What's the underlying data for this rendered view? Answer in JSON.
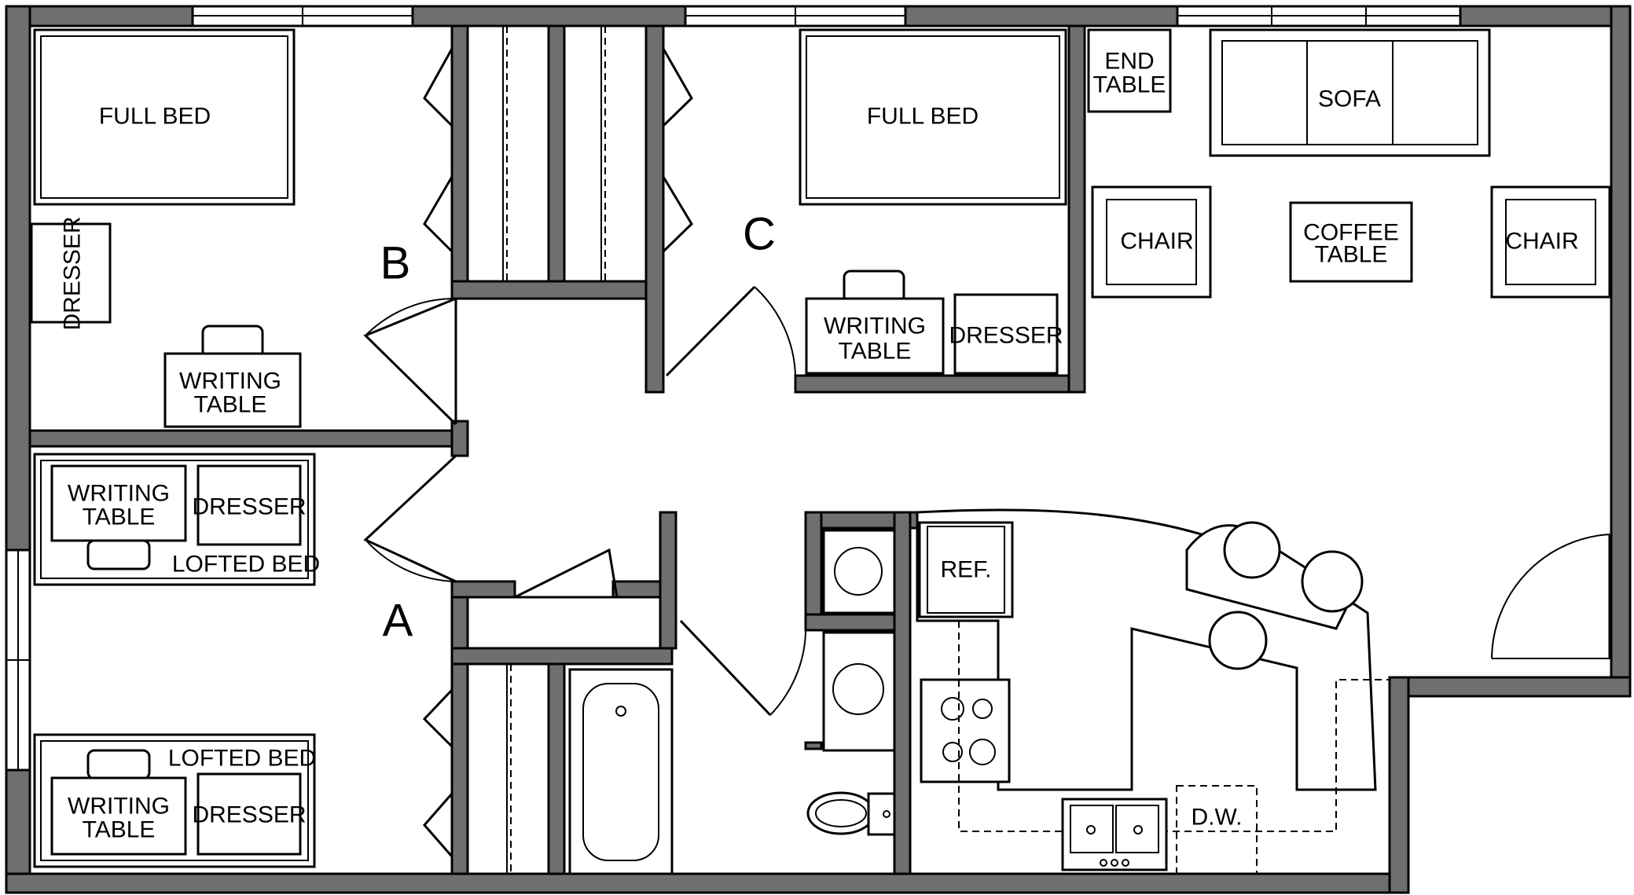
{
  "rooms": {
    "a": "A",
    "b": "B",
    "c": "C"
  },
  "labels": {
    "full_bed_b": "FULL BED",
    "full_bed_c": "FULL BED",
    "dresser_b": "DRESSER",
    "writing_table_b": [
      "WRITING",
      "TABLE"
    ],
    "writing_table_c": [
      "WRITING",
      "TABLE"
    ],
    "dresser_c": "DRESSER",
    "end_table": [
      "END",
      "TABLE"
    ],
    "sofa": "SOFA",
    "chair_left": "CHAIR",
    "chair_right": "CHAIR",
    "coffee_table": [
      "COFFEE",
      "TABLE"
    ],
    "writing_table_a1": [
      "WRITING",
      "TABLE"
    ],
    "dresser_a1": "DRESSER",
    "lofted_bed_a1": "LOFTED BED",
    "writing_table_a2": [
      "WRITING",
      "TABLE"
    ],
    "dresser_a2": "DRESSER",
    "lofted_bed_a2": "LOFTED BED",
    "refrigerator": "REF.",
    "dishwasher": "D.W."
  }
}
